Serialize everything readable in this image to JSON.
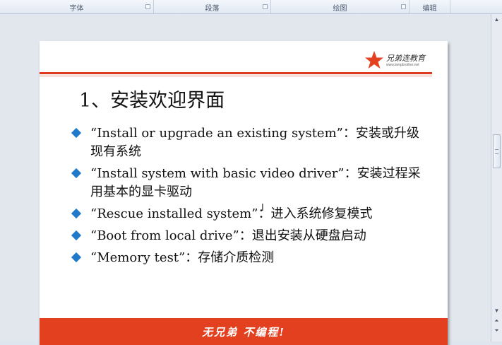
{
  "ribbon": {
    "groups": [
      {
        "label": "字体"
      },
      {
        "label": "段落"
      },
      {
        "label": "绘图"
      },
      {
        "label": "编辑"
      }
    ]
  },
  "slide": {
    "logo_text": "兄弟连教育",
    "logo_url": "www.lampbrother.net",
    "title": "1、安装欢迎界面",
    "bullets": [
      {
        "text": "“Install or upgrade an existing system”：安装或升级现有系统"
      },
      {
        "text": "“Install system with basic video driver”：安装过程采用基本的显卡驱动"
      },
      {
        "text": "“Rescue installed system”：进入系统修复模式"
      },
      {
        "text": "“Boot from local drive”：退出安装从硬盘启动"
      },
      {
        "text": "“Memory test”：存储介质检测"
      }
    ],
    "footer_text": "无兄弟 不编程!"
  },
  "colors": {
    "accent_red": "#e2401f",
    "bullet_blue": "#1f7ac9"
  }
}
